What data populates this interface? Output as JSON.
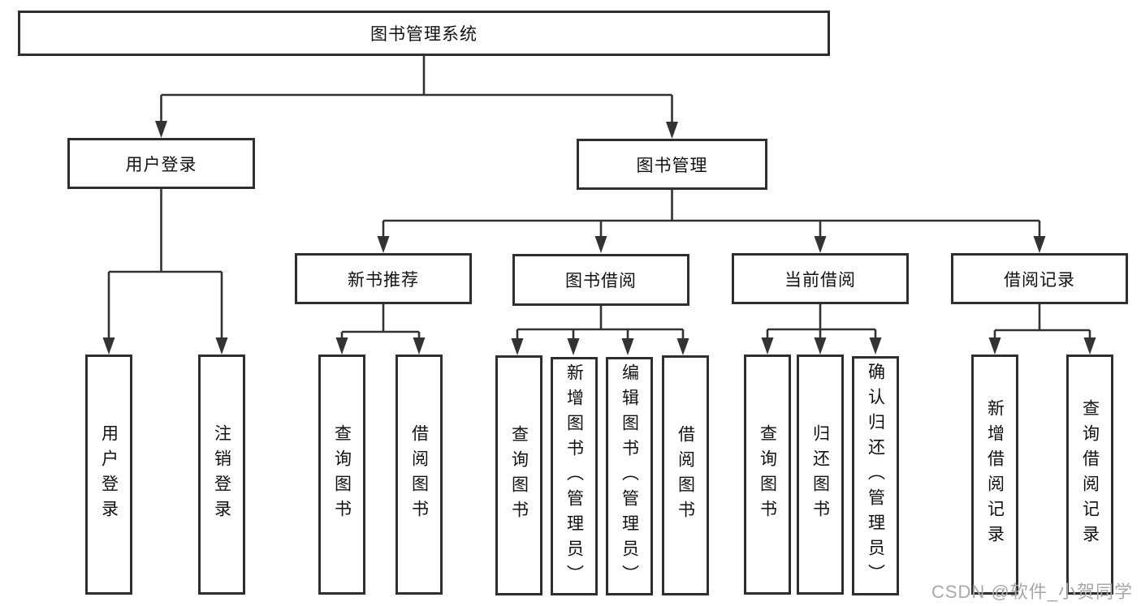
{
  "diagram": {
    "root": {
      "label": "图书管理系统"
    },
    "branches": [
      {
        "label": "用户登录",
        "children": [
          {
            "label": "用户登录"
          },
          {
            "label": "注销登录"
          }
        ]
      },
      {
        "label": "图书管理",
        "children": [
          {
            "label": "新书推荐",
            "children": [
              {
                "label": "查询图书"
              },
              {
                "label": "借阅图书"
              }
            ]
          },
          {
            "label": "图书借阅",
            "children": [
              {
                "label": "查询图书"
              },
              {
                "label": "新增图书（管理员）"
              },
              {
                "label": "编辑图书（管理员）"
              },
              {
                "label": "借阅图书"
              }
            ]
          },
          {
            "label": "当前借阅",
            "children": [
              {
                "label": "查询图书"
              },
              {
                "label": "归还图书"
              },
              {
                "label": "确认归还（管理员）"
              }
            ]
          },
          {
            "label": "借阅记录",
            "children": [
              {
                "label": "新增借阅记录"
              },
              {
                "label": "查询借阅记录"
              }
            ]
          }
        ]
      }
    ]
  },
  "watermark": {
    "text": "CSDN @软件_小贺同学"
  },
  "colors": {
    "line": "#333333",
    "box_border": "#2f2f2f",
    "box_fill": "#ffffff",
    "text": "#111111",
    "watermark": "#a8a8a8",
    "background": "#ffffff"
  }
}
